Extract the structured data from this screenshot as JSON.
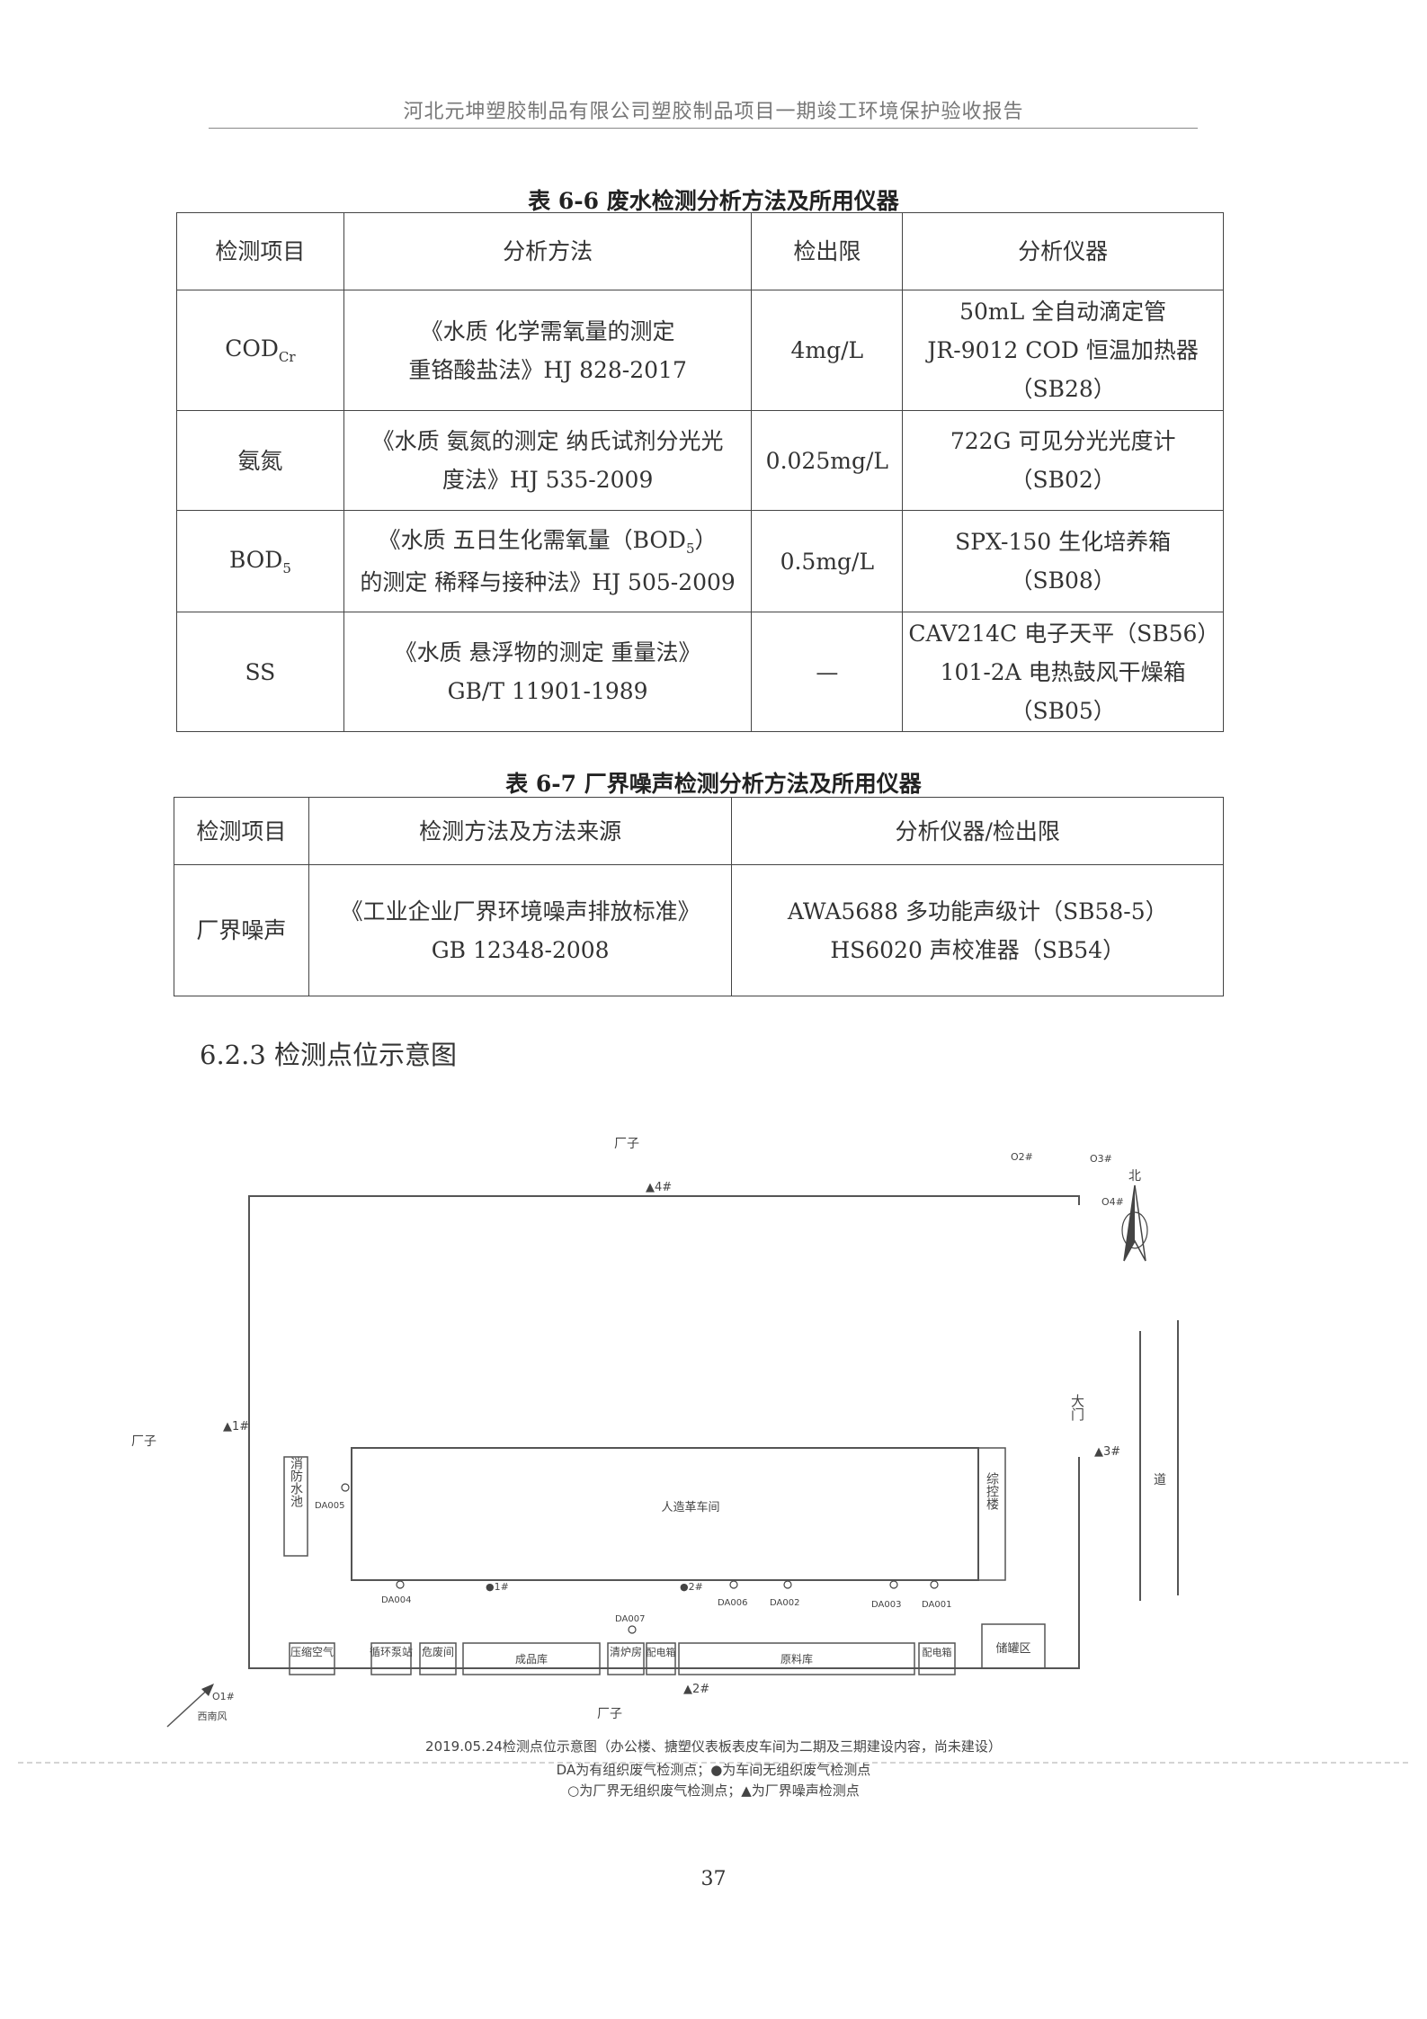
{
  "header": {
    "text": "河北元坤塑胶制品有限公司塑胶制品项目一期竣工环境保护验收报告"
  },
  "table66": {
    "title": "表 6-6  废水检测分析方法及所用仪器",
    "headers": [
      "检测项目",
      "分析方法",
      "检出限",
      "分析仪器"
    ],
    "rows": [
      {
        "item": "COD",
        "item_sub": "Cr",
        "method": [
          "《水质 化学需氧量的测定",
          "重铬酸盐法》HJ 828-2017"
        ],
        "limit": "4mg/L",
        "instrument": [
          "50mL 全自动滴定管",
          "JR-9012 COD 恒温加热器",
          "（SB28）"
        ]
      },
      {
        "item": "氨氮",
        "method": [
          "《水质 氨氮的测定 纳氏试剂分光光",
          "度法》HJ 535-2009"
        ],
        "limit": "0.025mg/L",
        "instrument": [
          "722G 可见分光光度计",
          "（SB02）"
        ]
      },
      {
        "item": "BOD",
        "item_sub": "5",
        "method_l1_a": "《水质 五日生化需氧量（BOD",
        "method_l1_sub": "5",
        "method_l1_b": "）",
        "method_l2": "的测定 稀释与接种法》HJ 505-2009",
        "limit": "0.5mg/L",
        "instrument": [
          "SPX-150 生化培养箱",
          "（SB08）"
        ]
      },
      {
        "item": "SS",
        "method": [
          "《水质 悬浮物的测定 重量法》",
          "GB/T 11901-1989"
        ],
        "limit": "—",
        "instrument": [
          "CAV214C 电子天平（SB56）",
          "101-2A 电热鼓风干燥箱",
          "（SB05）"
        ]
      }
    ]
  },
  "table67": {
    "title": "表 6-7  厂界噪声检测分析方法及所用仪器",
    "headers": [
      "检测项目",
      "检测方法及方法来源",
      "分析仪器/检出限"
    ],
    "rows": [
      {
        "item": "厂界噪声",
        "method": [
          "《工业企业厂界环境噪声排放标准》",
          "GB 12348-2008"
        ],
        "instrument": [
          "AWA5688 多功能声级计（SB58-5）",
          "HS6020 声校准器（SB54）"
        ]
      }
    ]
  },
  "section": {
    "heading": "6.2.3  检测点位示意图"
  },
  "map": {
    "factory_top": "厂子",
    "factory_left": "厂子",
    "factory_bottom": "厂子",
    "north": "北",
    "gate": "大门",
    "road": "道",
    "workshop": "人造革车间",
    "fire_pool": "消防水池",
    "office": "综控楼",
    "storage": "储罐区",
    "wind": "西南风",
    "noise_points": [
      "▲1#",
      "▲2#",
      "▲3#",
      "▲4#"
    ],
    "boundary_points": [
      "O1#",
      "O2#",
      "O3#",
      "O4#"
    ],
    "workshop_points": [
      "●1#",
      "●2#"
    ],
    "da_points": [
      "DA001",
      "DA002",
      "DA003",
      "DA004",
      "DA005",
      "DA006",
      "DA007"
    ],
    "bottom_rooms": [
      "压缩空气",
      "循环泵站",
      "危废间",
      "成品库",
      "清炉房",
      "配电箱",
      "原料库",
      "配电箱"
    ]
  },
  "caption": {
    "line1": "2019.05.24检测点位示意图（办公楼、搪塑仪表板表皮车间为二期及三期建设内容，尚未建设）",
    "line2": "DA为有组织废气检测点；●为车间无组织废气检测点",
    "line3": "○为厂界无组织废气检测点；▲为厂界噪声检测点"
  },
  "page": {
    "number": "37"
  }
}
